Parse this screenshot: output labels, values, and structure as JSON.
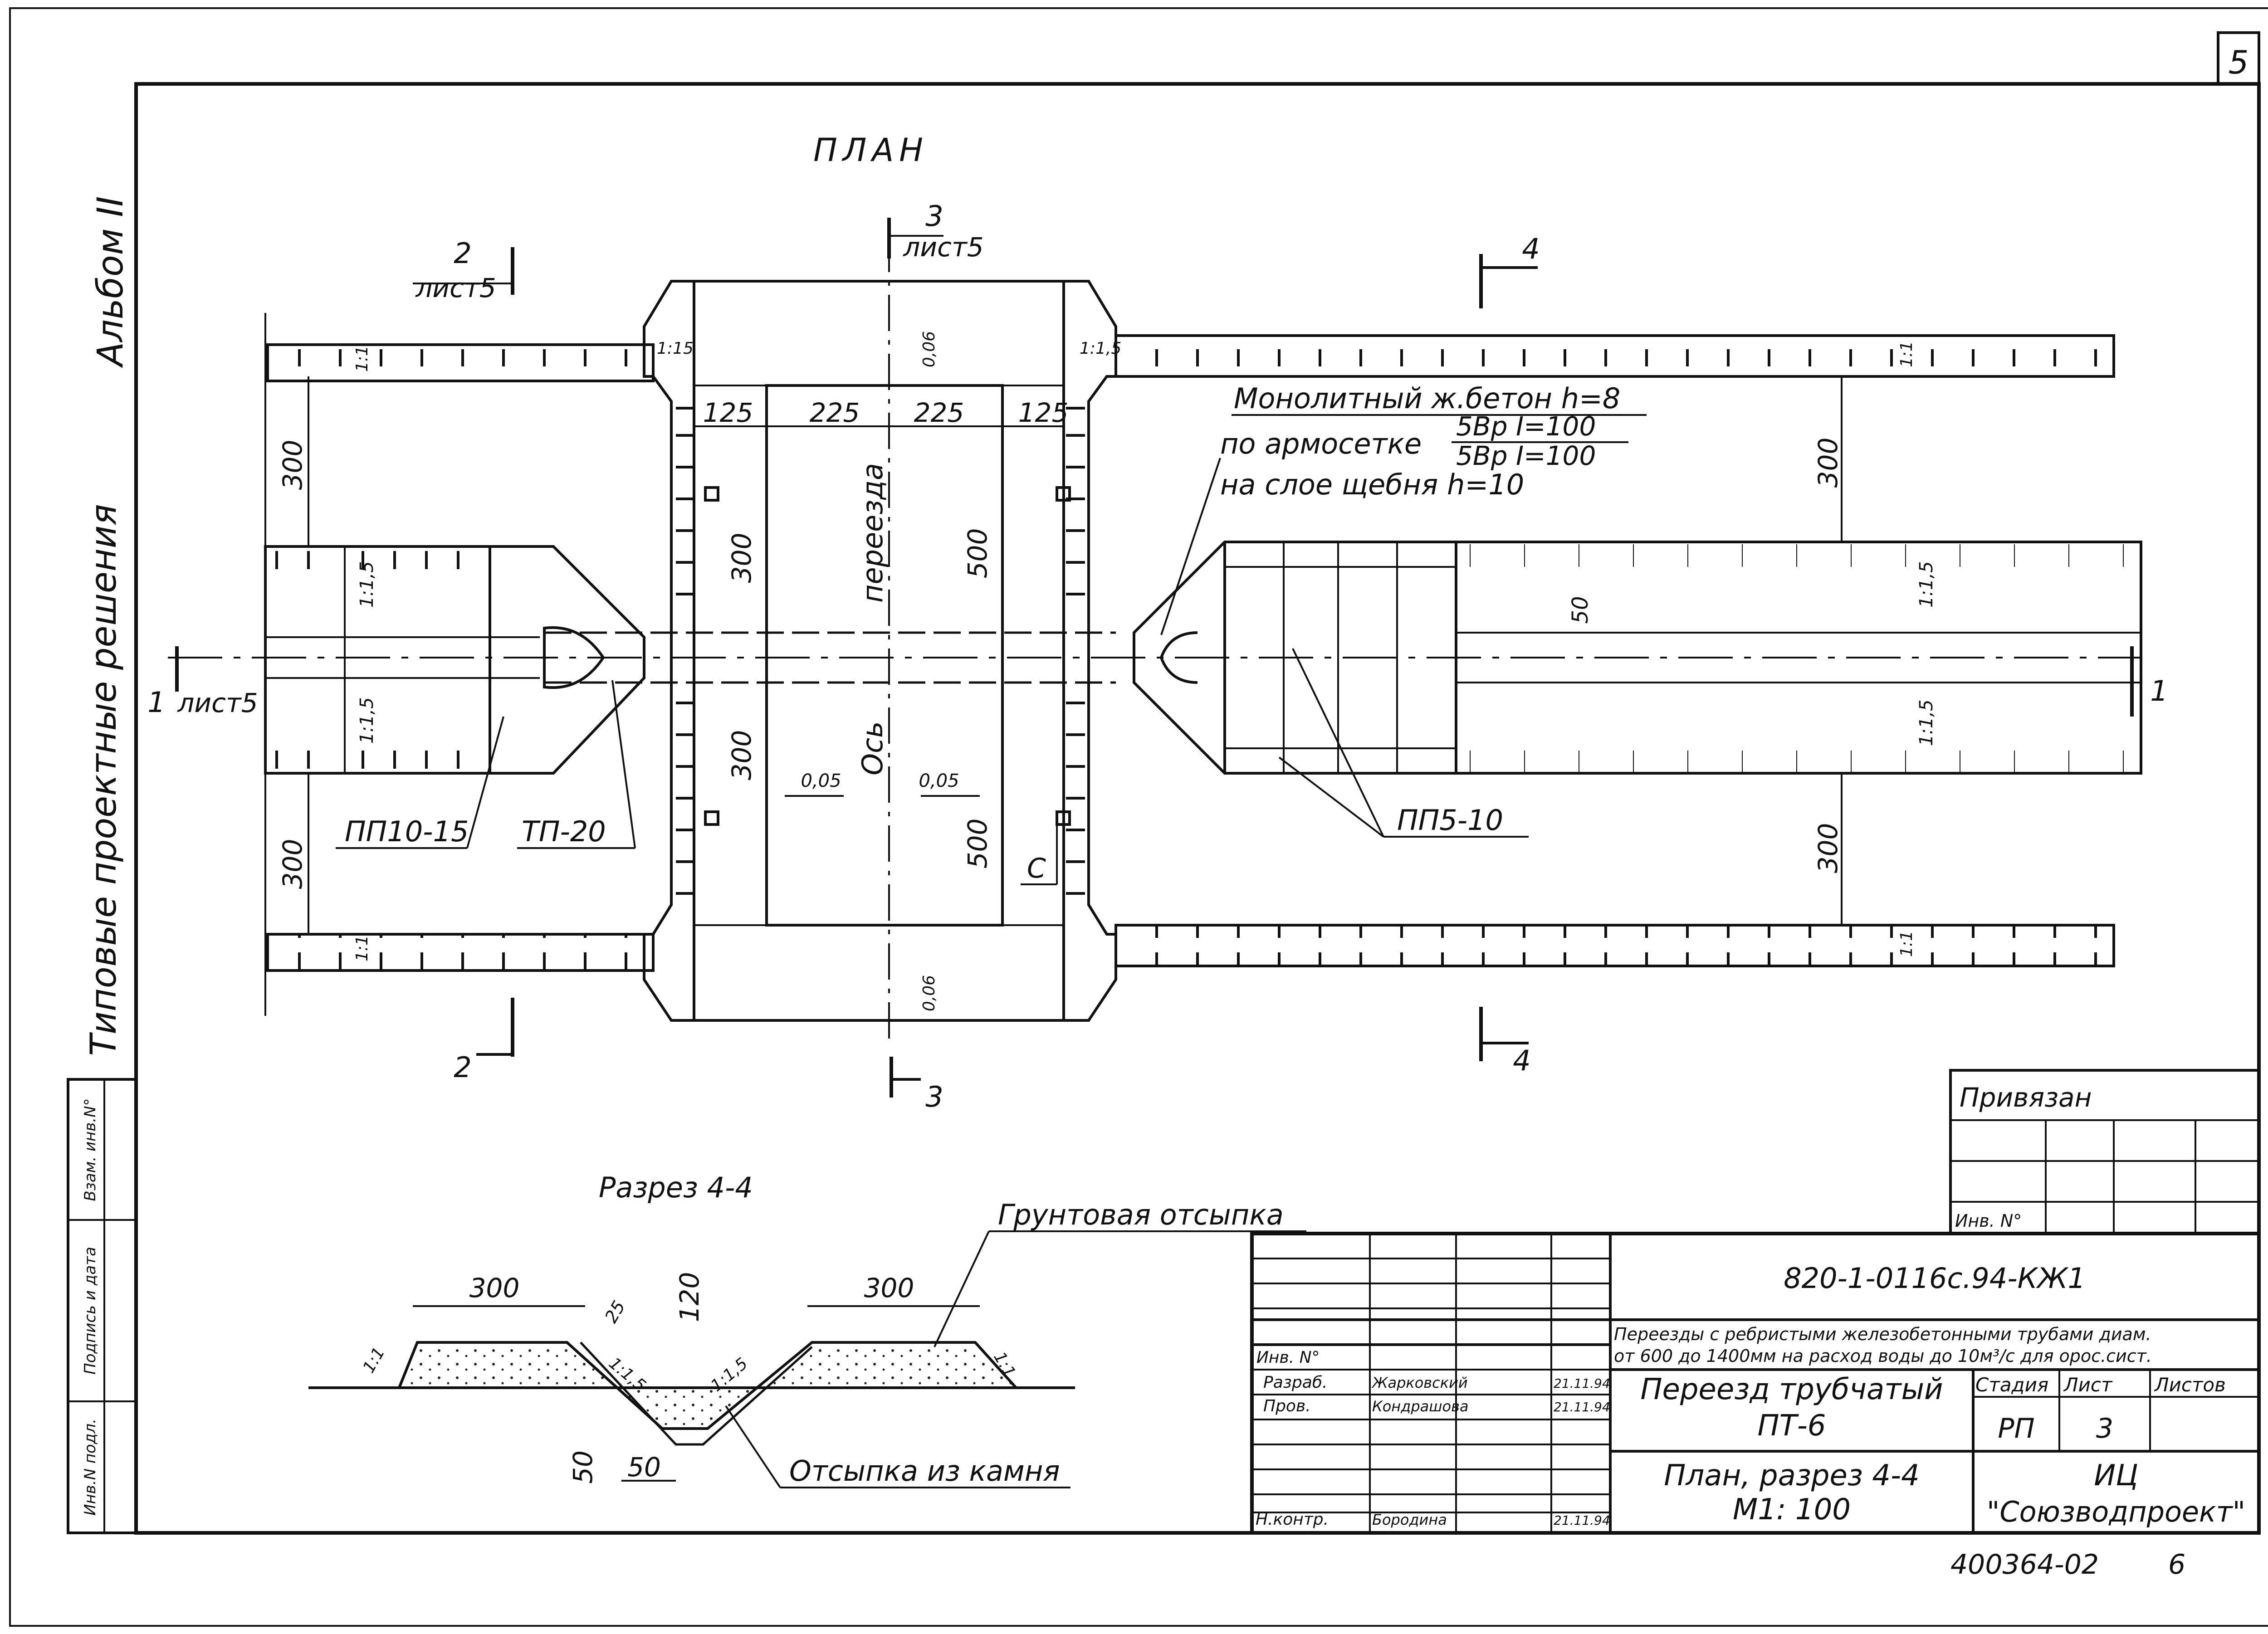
{
  "sheet_number": "5",
  "plan_title": "ПЛАН",
  "album": "Альбом II",
  "series_name": "Типовые проектные решения",
  "margin_stamp": {
    "inv_zam": "Взам. инв.N°",
    "podpis_data": "Подпись и дата",
    "inv_podl": "Инв.N подл."
  },
  "section_marks": {
    "s1": {
      "num": "1",
      "ref": "лист5"
    },
    "s2": {
      "num": "2",
      "ref": "лист5"
    },
    "s3": {
      "num": "3",
      "ref": "лист5"
    },
    "s4": {
      "num": "4"
    }
  },
  "plan": {
    "slope_1_1": "1:1",
    "slope_1_1_5": "1:1,5",
    "slope_1_15": "1:15",
    "dim_125": "125",
    "dim_225": "225",
    "dim_300": "300",
    "dim_500": "500",
    "dim_50": "50",
    "slope_006": "0,06",
    "slope_005": "0,05",
    "axis_label": "Ось",
    "axis_label_2": "переезда",
    "marker_c": "С",
    "note_line1": "Монолитный ж.бетон h=8",
    "note_line2": "по армосетке",
    "note_mesh_top": "5Вр I=100",
    "note_mesh_bottom": "5Вр I=100",
    "note_line3": "на слое щебня h=10",
    "label_pp1015": "ПП10-15",
    "label_tp20": "ТП-20",
    "label_pp510": "ПП5-10"
  },
  "section": {
    "title": "Разрез 4-4",
    "dim_300": "300",
    "dim_25": "25",
    "dim_120": "120",
    "dim_50": "50",
    "slope_1_1": "1:1",
    "slope_1_1_5": "1:1,5",
    "label_gruntovaya": "Грунтовая отсыпка",
    "label_otsypka": "Отсыпка из камня"
  },
  "privyazan": {
    "title": "Привязан",
    "inv": "Инв. N°"
  },
  "title_block": {
    "doc_code": "820-1-0116с.94-КЖ1",
    "description_1": "Переезды с ребристыми железобетонными трубами диам.",
    "description_2": "от 600 до 1400мм на расход воды до 10м³/с для орос.сист.",
    "inv_label": "Инв. N°",
    "roles": [
      {
        "role": "Разраб.",
        "name": "Жарковский",
        "date": "21.11.94"
      },
      {
        "role": "Пров.",
        "name": "Кондрашова",
        "date": "21.11.94"
      },
      {
        "role": "Н.контр.",
        "name": "Бородина",
        "date": "21.11.94"
      }
    ],
    "object_title_1": "Переезд трубчатый",
    "object_title_2": "ПТ-6",
    "sheet_title_1": "План, разрез 4-4",
    "sheet_title_2": "М1: 100",
    "stage_label": "Стадия",
    "sheet_label": "Лист",
    "sheets_label": "Листов",
    "stage_value": "РП",
    "sheet_value": "3",
    "org_1": "ИЦ",
    "org_2": "\"Союзводпроект\""
  },
  "bottom_code": "400364-02",
  "bottom_sheet": "6"
}
